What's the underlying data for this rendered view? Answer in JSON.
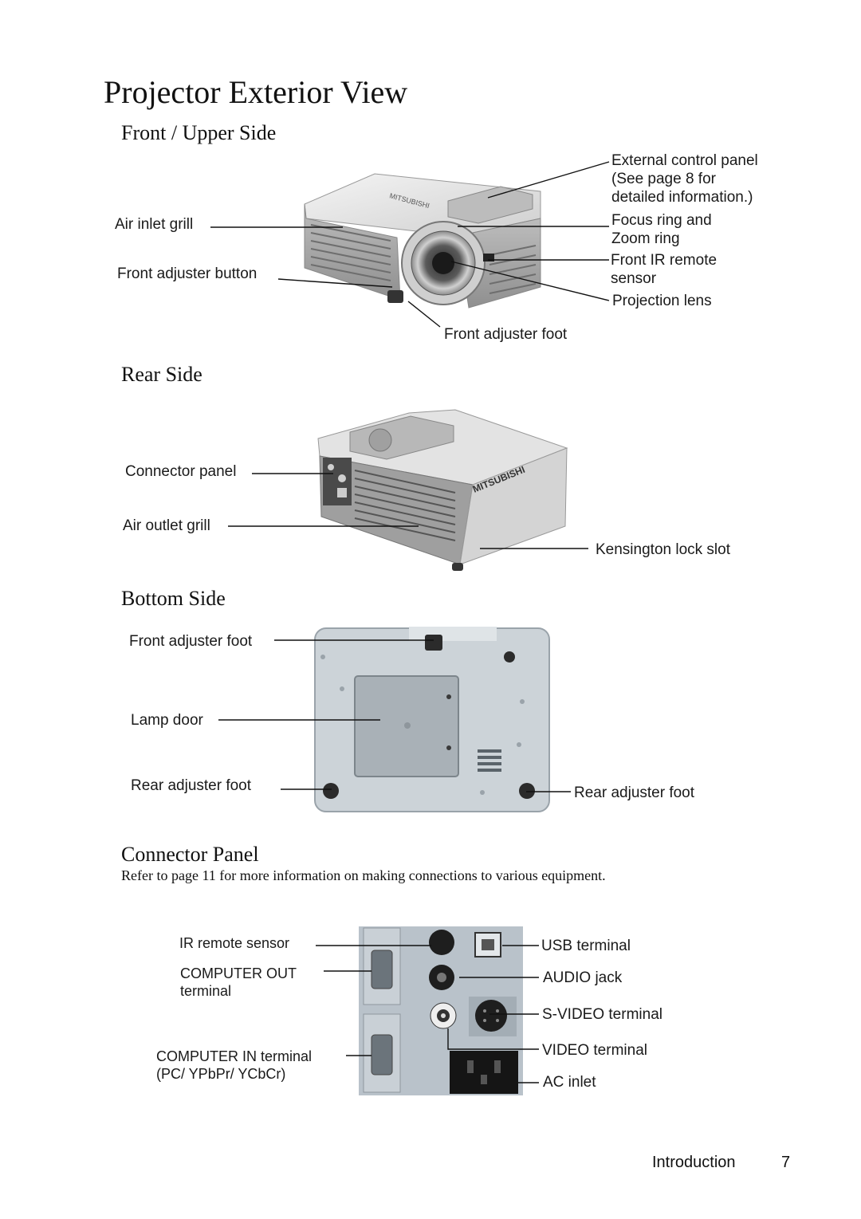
{
  "page": {
    "title": "Projector Exterior View",
    "footer_section": "Introduction",
    "page_number": "7"
  },
  "front": {
    "heading": "Front / Upper Side",
    "labels": {
      "external_panel": [
        "External control panel",
        "(See page 8 for",
        "detailed information.)"
      ],
      "focus_ring": [
        "Focus ring and",
        "Zoom ring"
      ],
      "front_ir": [
        "Front IR remote",
        "sensor"
      ],
      "projection_lens": "Projection lens",
      "air_inlet": "Air inlet grill",
      "adjuster_button": "Front adjuster button",
      "adjuster_foot": "Front adjuster  foot"
    },
    "brand_mark": "MITSUBISHI"
  },
  "rear": {
    "heading": "Rear Side",
    "labels": {
      "connector_panel": "Connector panel",
      "air_outlet": "Air outlet grill",
      "kensington": "Kensington lock slot"
    },
    "brand_mark": "MITSUBISHI"
  },
  "bottom": {
    "heading": "Bottom Side",
    "labels": {
      "front_foot": "Front adjuster foot",
      "lamp_door": "Lamp door",
      "rear_foot_left": "Rear adjuster foot",
      "rear_foot_right": "Rear adjuster foot"
    }
  },
  "connector": {
    "heading": "Connector Panel",
    "intro": "Refer to page 11 for more information on making connections to various equipment.",
    "labels": {
      "ir_sensor": "IR remote sensor",
      "computer_out": [
        "COMPUTER OUT",
        "terminal"
      ],
      "computer_in": [
        "COMPUTER IN terminal",
        "(PC/ YPbPr/ YCbCr)"
      ],
      "usb": "USB terminal",
      "audio": "AUDIO jack",
      "svideo": "S-VIDEO terminal",
      "video": "VIDEO terminal",
      "ac_inlet": "AC inlet"
    }
  },
  "colors": {
    "projector_body": "#dcdcdc",
    "projector_shadow": "#8a8a8a",
    "bottom_body": "#cfd6db",
    "connector_bg": "#b9c2ca"
  }
}
